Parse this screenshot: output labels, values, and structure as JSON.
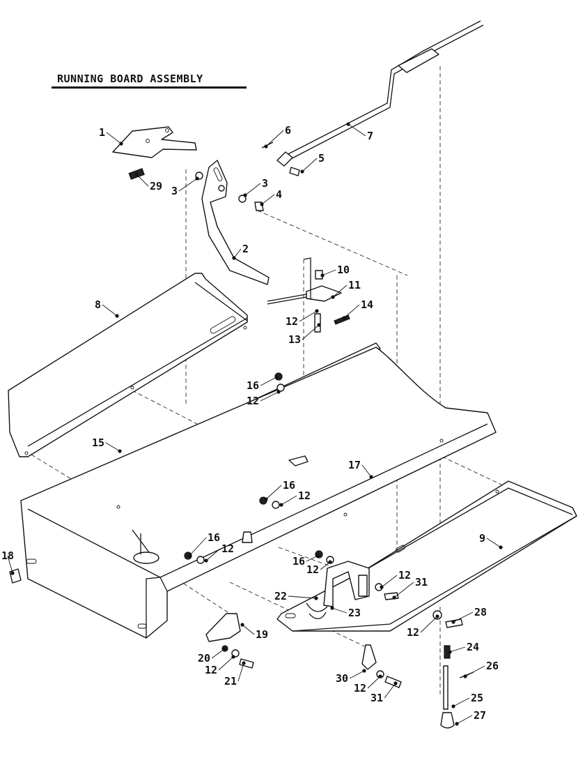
{
  "title": "RUNNING BOARD ASSEMBLY",
  "callouts": [
    {
      "id": "c1",
      "label": "1"
    },
    {
      "id": "c2",
      "label": "2"
    },
    {
      "id": "c3a",
      "label": "3"
    },
    {
      "id": "c3b",
      "label": "3"
    },
    {
      "id": "c4",
      "label": "4"
    },
    {
      "id": "c5",
      "label": "5"
    },
    {
      "id": "c6",
      "label": "6"
    },
    {
      "id": "c7",
      "label": "7"
    },
    {
      "id": "c8",
      "label": "8"
    },
    {
      "id": "c9",
      "label": "9"
    },
    {
      "id": "c10",
      "label": "10"
    },
    {
      "id": "c11",
      "label": "11"
    },
    {
      "id": "c12a",
      "label": "12"
    },
    {
      "id": "c12b",
      "label": "12"
    },
    {
      "id": "c12c",
      "label": "12"
    },
    {
      "id": "c12d",
      "label": "12"
    },
    {
      "id": "c12e",
      "label": "12"
    },
    {
      "id": "c12f",
      "label": "12"
    },
    {
      "id": "c12g",
      "label": "12"
    },
    {
      "id": "c12h",
      "label": "12"
    },
    {
      "id": "c12i",
      "label": "12"
    },
    {
      "id": "c13",
      "label": "13"
    },
    {
      "id": "c14",
      "label": "14"
    },
    {
      "id": "c15",
      "label": "15"
    },
    {
      "id": "c16a",
      "label": "16"
    },
    {
      "id": "c16b",
      "label": "16"
    },
    {
      "id": "c16c",
      "label": "16"
    },
    {
      "id": "c16d",
      "label": "16"
    },
    {
      "id": "c17",
      "label": "17"
    },
    {
      "id": "c18",
      "label": "18"
    },
    {
      "id": "c19",
      "label": "19"
    },
    {
      "id": "c20",
      "label": "20"
    },
    {
      "id": "c21",
      "label": "21"
    },
    {
      "id": "c22",
      "label": "22"
    },
    {
      "id": "c23",
      "label": "23"
    },
    {
      "id": "c24",
      "label": "24"
    },
    {
      "id": "c25",
      "label": "25"
    },
    {
      "id": "c26",
      "label": "26"
    },
    {
      "id": "c27",
      "label": "27"
    },
    {
      "id": "c28",
      "label": "28"
    },
    {
      "id": "c29",
      "label": "29"
    },
    {
      "id": "c30",
      "label": "30"
    },
    {
      "id": "c31a",
      "label": "31"
    },
    {
      "id": "c31b",
      "label": "31"
    }
  ]
}
